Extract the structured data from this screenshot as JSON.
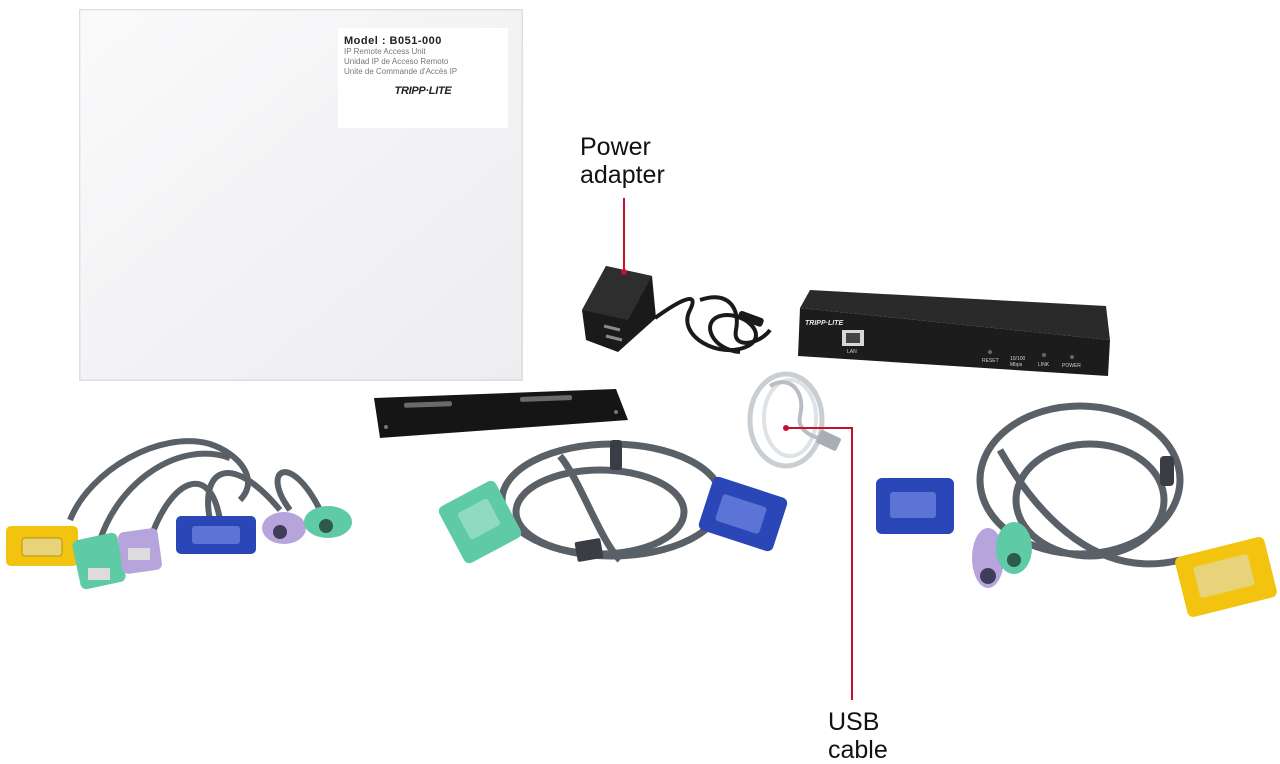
{
  "box": {
    "model": "Model : B051-000",
    "subtitle_lines": [
      "IP Remote Access Unit",
      "Unidad IP de Acceso Remoto",
      "Unite de Commande d'Accès IP"
    ],
    "brand": "TRIPP·LITE"
  },
  "device": {
    "brand": "TRIPP·LITE",
    "ports": [
      "LAN",
      "RESET",
      "10/100 Mbps",
      "LINK",
      "POWER"
    ]
  },
  "callouts": {
    "power_adapter": [
      "Power",
      "adapter"
    ],
    "usb_cable": [
      "USB",
      "cable"
    ]
  },
  "colors": {
    "callout_line": "#c8102e",
    "cable_gray": "#5a6068",
    "vga_yellow": "#f2c40f",
    "vga_blue": "#2b46b6",
    "ps2_green": "#5fcaa6",
    "ps2_purple": "#b7a4dc",
    "device_black": "#1c1c1c"
  }
}
